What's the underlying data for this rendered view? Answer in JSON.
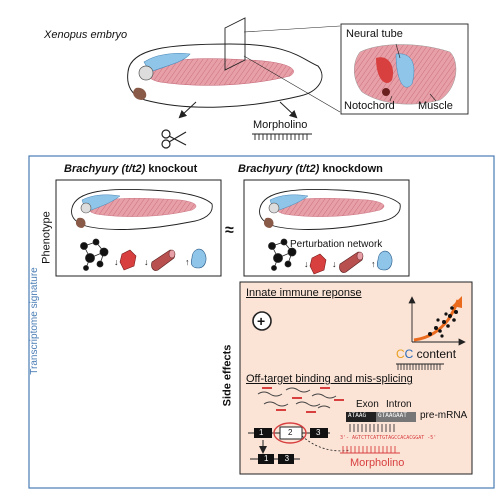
{
  "header": {
    "embryo_label": "Xenopus embryo",
    "inset_labels": {
      "neural_tube": "Neural tube",
      "notochord": "Notochord",
      "muscle": "Muscle"
    },
    "morpholino_label": "Morpholino"
  },
  "panels": {
    "knockout_title_gene": "Brachyury (t/t2)",
    "knockout_title_rest": " knockout",
    "knockdown_title_gene": "Brachyury (t/t2)",
    "knockdown_title_rest": " knockdown",
    "approx_symbol": "≈",
    "phenotype_label": "Phenotype",
    "perturbation_label": "Perturbation network",
    "arrow_down": "↓",
    "arrow_up": "↑"
  },
  "side": {
    "transcriptome_label": "Transcriptome signature",
    "side_effects_label": "Side effects"
  },
  "immune": {
    "title": "Innate immune reponse",
    "plus": "+",
    "cc_c1": "C",
    "cc_c2": "C",
    "cc_rest": " content"
  },
  "offtarget": {
    "title": "Off-target binding and mis-splicing",
    "exon": "Exon",
    "intron": "Intron",
    "exon_seq": "ATAAG",
    "intron_seq": "GTAAGAAT",
    "pre_mrna": "pre-mRNA",
    "mo_seq": "3'- AGTCTTCATTGTAGCCACACGGAT -5'",
    "morpholino": "Morpholino",
    "box1": "1",
    "box2": "2",
    "box3": "3",
    "spliced": "1 3"
  },
  "colors": {
    "frame_blue": "#4a7db5",
    "neural_blue": "#8ec5e8",
    "muscle_pink": "#e8a0a8",
    "notochord_red": "#d84040",
    "salmon_bg": "#fbe3d6",
    "orange": "#ea6a1e",
    "yolk_brown": "#8a5a48"
  }
}
